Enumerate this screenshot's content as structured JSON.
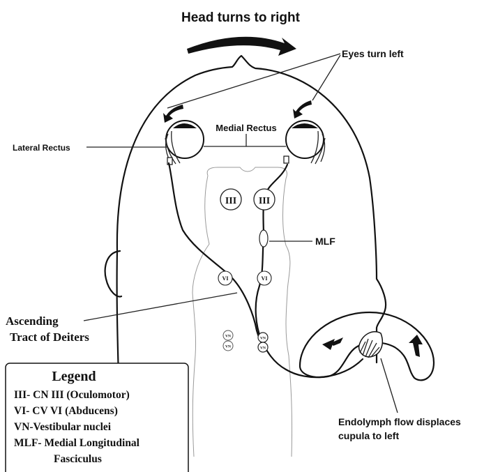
{
  "title": "Head turns to right",
  "labels": {
    "eyes_turn": "Eyes turn left",
    "medial_rectus": "Medial Rectus",
    "lateral_rectus": "Lateral Rectus",
    "mlf": "MLF",
    "ascending_line1": "Ascending",
    "ascending_line2": "Tract of Deiters",
    "endolymph_line1": "Endolymph flow displaces",
    "endolymph_line2": "cupula to left"
  },
  "nuclei": {
    "cn3_left": "III",
    "cn3_right": "III",
    "vi_left": "VI",
    "vi_right": "VI",
    "vn_left_top": "VN",
    "vn_left_bottom": "VN",
    "vn_right_top": "VN",
    "vn_right_bottom": "VN"
  },
  "legend": {
    "title": "Legend",
    "items": [
      "III- CN III (Oculomotor)",
      "VI- CV VI (Abducens)",
      "VN-Vestibular nuclei",
      "MLF- Medial Longitudinal"
    ],
    "continuation": "Fasciculus"
  }
}
